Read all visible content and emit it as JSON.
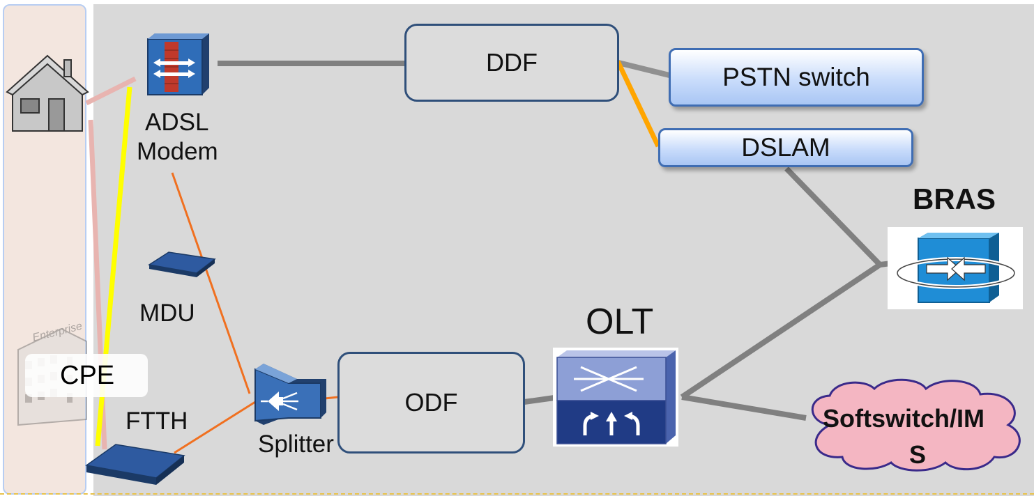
{
  "colors": {
    "background": "#d9d9d9",
    "frame_border": "#2f4f7a",
    "box_fill_light": "#c9dcfb",
    "box_border_blue": "#3f6db3",
    "link_gray": "#808080",
    "link_orange_thick": "#ffa500",
    "link_orange_thin": "#f07020",
    "link_yellow": "#ffff00",
    "link_pink": "#e8b4b0",
    "cloud_fill": "#f4b6c2",
    "cloud_border": "#3a2a8a",
    "device_blue": "#1f8dd6"
  },
  "nodes": {
    "ddf": "DDF",
    "pstn": "PSTN switch",
    "dslam": "DSLAM",
    "bras": "BRAS",
    "olt": "OLT",
    "odf": "ODF",
    "softswitch_line1": "Softswitch/IM",
    "softswitch_line2": "S",
    "adsl_line1": "ADSL",
    "adsl_line2": "Modem",
    "mdu": "MDU",
    "ftth": "FTTH",
    "splitter": "Splitter",
    "cpe": "CPE"
  },
  "icons": {
    "house": "house-icon",
    "enterprise": "enterprise-building-icon",
    "adsl_modem": "firewall-modem-icon",
    "mdu": "mdu-device-icon",
    "ftth": "ftth-ont-icon",
    "splitter": "optical-splitter-icon",
    "olt": "olt-switch-icon",
    "bras": "bras-router-icon",
    "softswitch": "cloud-icon"
  },
  "enterprise_watermark": "Enterprise"
}
